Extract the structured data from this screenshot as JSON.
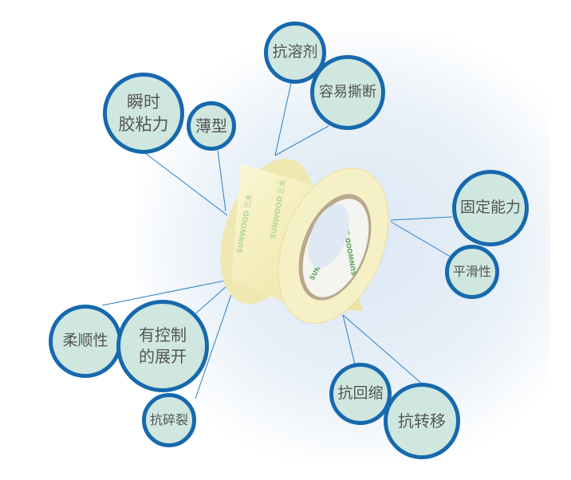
{
  "features": [
    {
      "id": "instant-adhesion",
      "lines": [
        "瞬时",
        "胶粘力"
      ]
    },
    {
      "id": "thin",
      "lines": [
        "薄型"
      ]
    },
    {
      "id": "solvent-resistant",
      "lines": [
        "抗溶剂"
      ]
    },
    {
      "id": "easy-tear",
      "lines": [
        "容易撕断"
      ]
    },
    {
      "id": "holding-power",
      "lines": [
        "固定能力"
      ]
    },
    {
      "id": "smoothness",
      "lines": [
        "平滑性"
      ]
    },
    {
      "id": "softness",
      "lines": [
        "柔顺性"
      ]
    },
    {
      "id": "controlled-unwind",
      "lines": [
        "有控制",
        "的展开"
      ]
    },
    {
      "id": "shatter-resistant",
      "lines": [
        "抗碎裂"
      ]
    },
    {
      "id": "anti-retraction",
      "lines": [
        "抗回缩"
      ]
    },
    {
      "id": "anti-transfer",
      "lines": [
        "抗转移"
      ]
    }
  ],
  "product": {
    "brand_print": "SUNWOOD 三木"
  },
  "colors": {
    "ring": "#1769ae",
    "fill": "#cfe7df",
    "line": "#2a7ec2",
    "text": "#555555"
  }
}
